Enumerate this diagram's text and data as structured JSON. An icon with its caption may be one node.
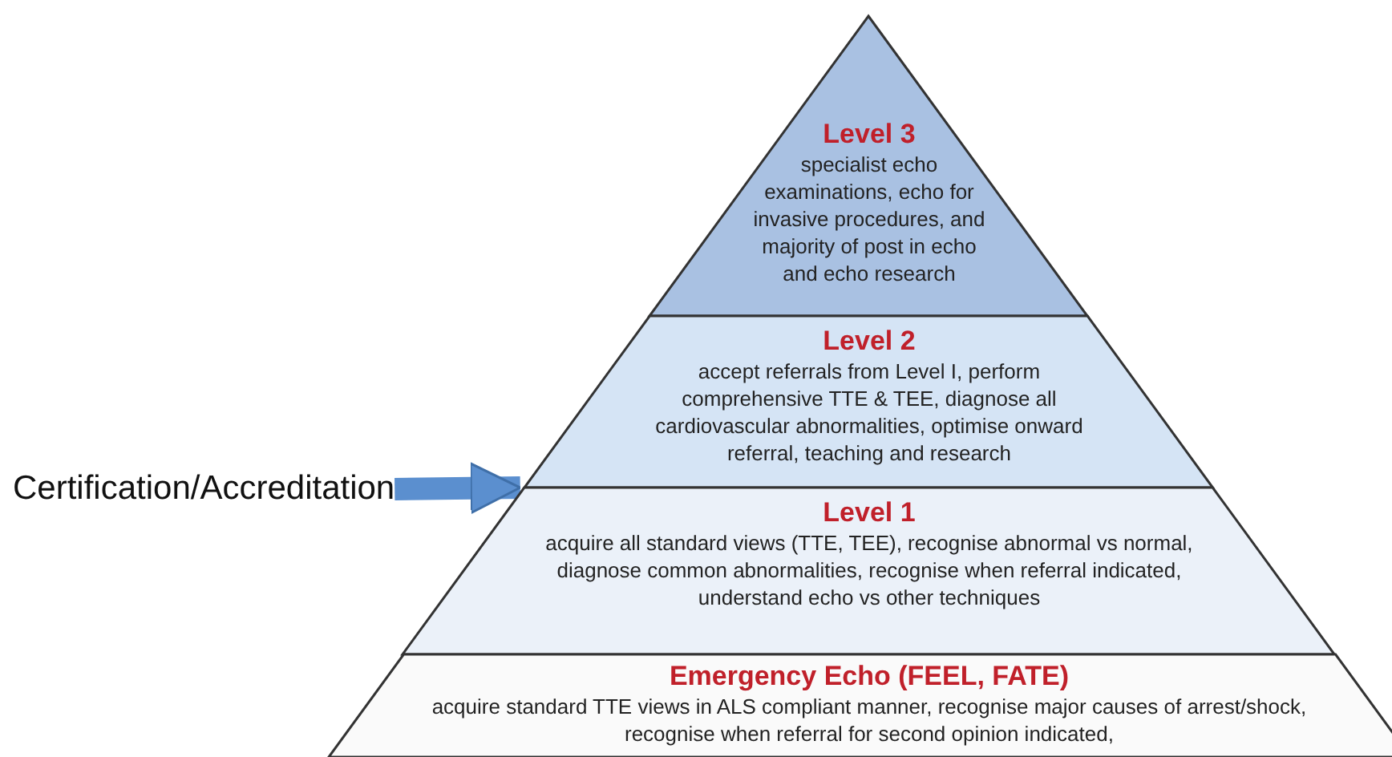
{
  "diagram": {
    "nodes": [
      {
        "text": [
          "Level 3",
          "specialist echo examinations, echo for invasive procedures, and majority of post in echo and echo research"
        ]
      },
      {
        "text": [
          "Level 2",
          "accept referrals from Level I, perform  comprehensive TTE & TEE, diagnose all cardiovascular abnormalities, optimise onward referral, teaching and research"
        ]
      },
      {
        "text": [
          "Level 1",
          "acquire all standard views (TTE, TEE), recognise abnormal vs normal, diagnose common abnormalities, recognise when referral indicated, understand echo vs other techniques"
        ]
      },
      {
        "text": [
          "Emergency Echo (FEEL, FATE)",
          "acquire  standard TTE views in ALS compliant manner, recognise major causes of arrest/shock, recognise when referral for second opinion indicated,"
        ]
      },
      {
        "text": [
          "Certification/Accreditation"
        ]
      }
    ],
    "edges": [
      {
        "from": 4,
        "to": 1,
        "arrow": "to"
      }
    ]
  }
}
